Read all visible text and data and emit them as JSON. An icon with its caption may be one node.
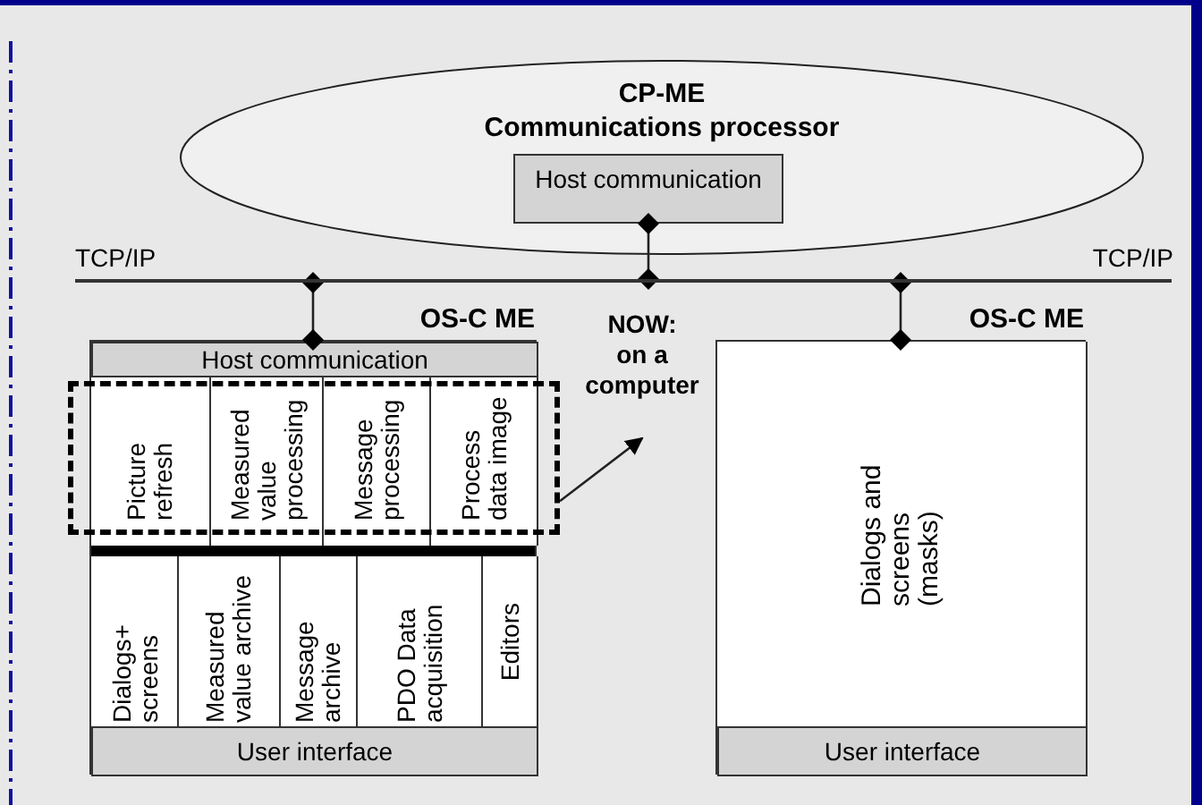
{
  "diagram": {
    "nodes": [
      {
        "text": [
          "CP-ME",
          "Communications processor"
        ]
      },
      {
        "text": [
          "Host communication"
        ],
        "in": 0
      },
      {
        "text": [],
        "shape": "bar"
      },
      {
        "text": [
          "OS-C ME"
        ]
      },
      {
        "text": [
          "Host communication"
        ],
        "in": 3
      },
      {
        "text": [
          "Picture refresh"
        ],
        "in": 3
      },
      {
        "text": [
          "Measured value processing"
        ],
        "in": 3
      },
      {
        "text": [
          "Message processing"
        ],
        "in": 3
      },
      {
        "text": [
          "Process data image"
        ],
        "in": 3
      },
      {
        "text": [
          "Dialogs+ screens"
        ],
        "in": 3
      },
      {
        "text": [
          "Measured value archive"
        ],
        "in": 3
      },
      {
        "text": [
          "Message archive"
        ],
        "in": 3
      },
      {
        "text": [
          "PDO Data acquisition"
        ],
        "in": 3
      },
      {
        "text": [
          "Editors"
        ],
        "in": 3
      },
      {
        "text": [
          "User interface"
        ],
        "in": 3
      },
      {
        "text": [],
        "shape": "box"
      },
      {
        "text": [
          "NOW:",
          "on a computer"
        ]
      },
      {
        "text": [
          "OS-C ME"
        ]
      },
      {
        "text": [
          "Dialogs and screens (masks)"
        ],
        "in": 17
      },
      {
        "text": [
          "User interface"
        ],
        "in": 17
      }
    ],
    "edges": [
      {
        "from": 2,
        "to": 1,
        "arrow": "other"
      },
      {
        "from": 2,
        "to": 3,
        "arrow": "other"
      },
      {
        "from": 2,
        "to": 17,
        "arrow": "other"
      },
      {
        "from": 15,
        "to": 16,
        "arrow": "to"
      }
    ],
    "labels": [
      "TCP/IP",
      "TCP/IP"
    ]
  }
}
